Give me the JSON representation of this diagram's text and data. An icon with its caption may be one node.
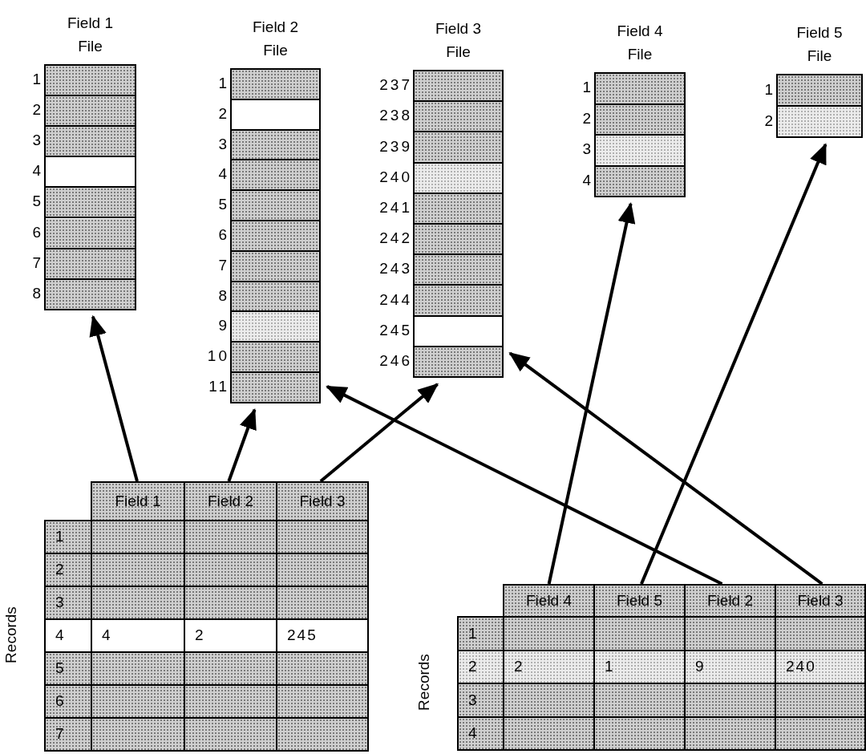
{
  "diagram": {
    "nodes": [
      {
        "text": [
          "Field 1 File"
        ],
        "beside": [
          "1",
          "2",
          "3",
          "4",
          "5",
          "6",
          "7",
          "8"
        ]
      },
      {
        "text": [
          "Field 2 File"
        ],
        "beside": [
          "1",
          "2",
          "3",
          "4",
          "5",
          "6",
          "7",
          "8",
          "9",
          "10",
          "11"
        ]
      },
      {
        "text": [
          "Field 3 File"
        ],
        "beside": [
          "237",
          "238",
          "239",
          "240",
          "241",
          "242",
          "243",
          "244",
          "245",
          "246"
        ]
      },
      {
        "text": [
          "Field 4 File"
        ],
        "beside": [
          "1",
          "2",
          "3",
          "4"
        ]
      },
      {
        "text": [
          "Field 5 File"
        ],
        "beside": [
          "1",
          "2"
        ]
      },
      {
        "text": [
          "Field 1"
        ]
      },
      {
        "text": [
          "Field 2"
        ]
      },
      {
        "text": [
          "Field 3"
        ]
      },
      {
        "text": [
          "Field 4"
        ]
      },
      {
        "text": [
          "Field 5"
        ]
      },
      {
        "text": [
          "Field 2"
        ]
      },
      {
        "text": [
          "Field 3"
        ]
      }
    ],
    "edges": [
      {
        "from": 5,
        "to": 0,
        "arrow": "to"
      },
      {
        "from": 6,
        "to": 1,
        "arrow": "to"
      },
      {
        "from": 7,
        "to": 2,
        "arrow": "to"
      },
      {
        "from": 8,
        "to": 3,
        "arrow": "to"
      },
      {
        "from": 9,
        "to": 4,
        "arrow": "to"
      },
      {
        "from": 10,
        "to": 1,
        "arrow": "to"
      },
      {
        "from": 11,
        "to": 2,
        "arrow": "to"
      }
    ],
    "labels": [
      "Records",
      "1",
      "2",
      "3",
      "4",
      "4",
      "2",
      "245",
      "5",
      "6",
      "7",
      "Records",
      "1",
      "2",
      "2",
      "1",
      "9",
      "240",
      "3",
      "4"
    ]
  }
}
